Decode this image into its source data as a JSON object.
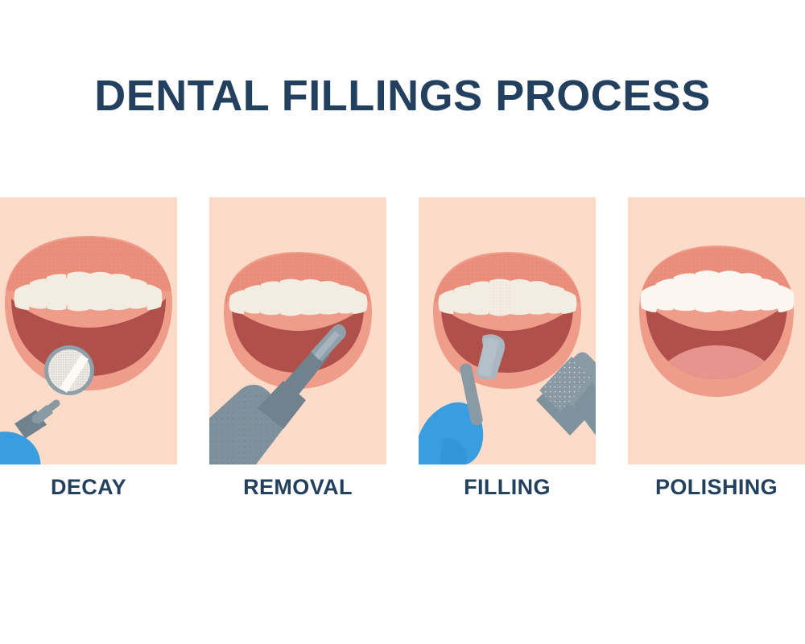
{
  "title": "DENTAL FILLINGS PROCESS",
  "colors": {
    "title_navy": "#23405f",
    "panel_background": "#fcdcc8",
    "page_background": "#ffffff",
    "lip_salmon": "#ef9c8a",
    "lip_shadow": "#eb8f7d",
    "mouth_interior": "#b0504a",
    "tooth_cream": "#f3ece0",
    "tooth_white": "#fbf6ef",
    "tongue_pink": "#e8948e",
    "glove_blue": "#3a9de0",
    "instrument_gray": "#8a9aa5",
    "instrument_gray_dark": "#6f828d",
    "instrument_gray_light": "#a9b7c0",
    "mirror_rim": "#8fa0ab"
  },
  "steps": [
    {
      "id": "decay",
      "label": "DECAY",
      "instruments": [
        "dental-mirror",
        "gloved-hand"
      ],
      "description": "Mouth examined with dental mirror held in blue-gloved hand"
    },
    {
      "id": "removal",
      "label": "REMOVAL",
      "instruments": [
        "dental-drill"
      ],
      "description": "Dental drill handpiece removing decay from tooth"
    },
    {
      "id": "filling",
      "label": "FILLING",
      "instruments": [
        "filling-applicator",
        "curing-tool",
        "gloved-hand"
      ],
      "description": "Filling material applied with applicator and shaping tool"
    },
    {
      "id": "polishing",
      "label": "POLISHING",
      "instruments": [],
      "description": "Finished polished smile with tongue visible"
    }
  ]
}
